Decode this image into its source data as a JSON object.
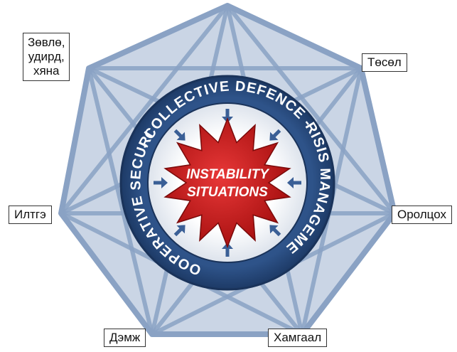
{
  "vertex_labels": {
    "top_left": "Зөвлө,\nудирд,\nхяна",
    "top_right": "Төсөл",
    "left": "Илтгэ",
    "right": "Оролцох",
    "bottom_left": "Дэмж",
    "bottom_right": "Хамгаал"
  },
  "ring": {
    "top": "- COLLECTIVE DEFENCE -",
    "right": "CRISIS MANAGEMENT",
    "left": "- COOPERATIVE SECURITY"
  },
  "center": {
    "line1": "INSTABILITY",
    "line2": "SITUATIONS"
  },
  "colors": {
    "heptagon_fill": "#9fb3cf",
    "heptagon_line": "#8aa2c4",
    "ring": "#2a4a7a",
    "star": "#cc1b1b",
    "arrow": "#3a5f96"
  }
}
